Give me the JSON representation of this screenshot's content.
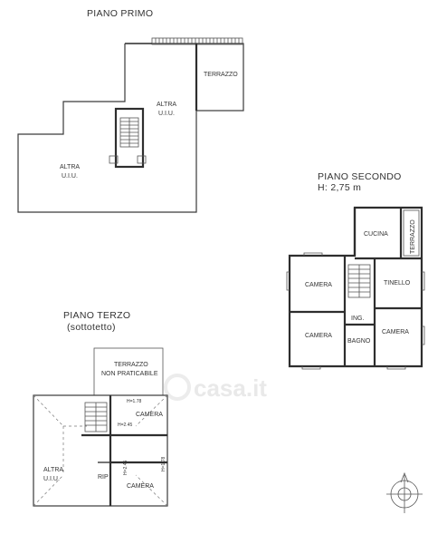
{
  "floors": {
    "piano_primo": {
      "title": "PIANO PRIMO",
      "rooms": {
        "terrazzo": "TERRAZZO",
        "altra_uiu_right_1": "ALTRA",
        "altra_uiu_right_2": "U.I.U.",
        "altra_uiu_left_1": "ALTRA",
        "altra_uiu_left_2": "U.I.U."
      }
    },
    "piano_secondo": {
      "title": "PIANO SECONDO",
      "height": "H: 2,75 m",
      "rooms": {
        "cucina": "CUCINA",
        "terrazzo": "TERRAZZO",
        "camera_top_left": "CAMERA",
        "tinello": "TINELLO",
        "ing": "ING.",
        "camera_bottom_left": "CAMERA",
        "bagno": "BAGNO",
        "camera_bottom_right": "CAMERA"
      }
    },
    "piano_terzo": {
      "title": "PIANO TERZO",
      "subtitle": "(sottotetto)",
      "rooms": {
        "terrazzo_1": "TERRAZZO",
        "terrazzo_2": "NON PRATICABILE",
        "camera_top": "CAMERA",
        "altra_uiu_1": "ALTRA",
        "altra_uiu_2": "U.I.U.",
        "rip": "RIP",
        "camera_bottom": "CAMERA"
      },
      "heights": {
        "h1": "H=1.78",
        "h2": "H=2.45",
        "h3": "H=1.78",
        "h4": "H=2.45"
      }
    }
  },
  "watermark": "casa.it"
}
